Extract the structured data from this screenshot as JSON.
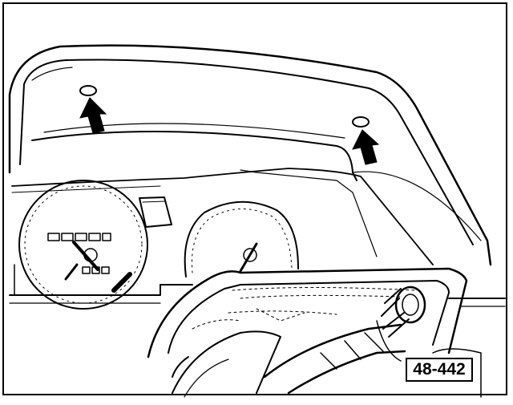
{
  "figure": {
    "label": "48-442"
  },
  "colors": {
    "ink": "#000000",
    "paper": "#ffffff"
  },
  "callouts": [
    {
      "name": "left-mounting-screw",
      "icon": "arrow-up-icon"
    },
    {
      "name": "right-mounting-screw",
      "icon": "arrow-up-icon"
    }
  ]
}
